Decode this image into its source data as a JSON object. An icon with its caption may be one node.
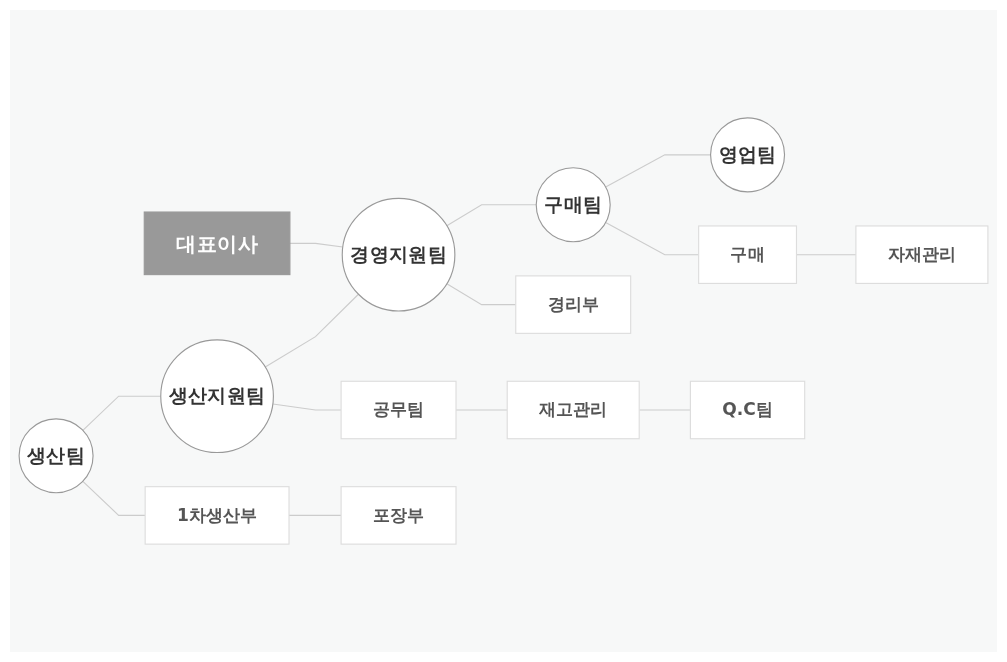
{
  "diagram": {
    "nodes": [
      {
        "text": [
          "대표이사"
        ]
      },
      {
        "text": [
          "생산팀"
        ]
      },
      {
        "text": [
          "생산지원팀"
        ]
      },
      {
        "text": [
          "경영지원팀"
        ]
      },
      {
        "text": [
          "구매팀"
        ]
      },
      {
        "text": [
          "영업팀"
        ]
      },
      {
        "text": [
          "1차생산부"
        ]
      },
      {
        "text": [
          "포장부"
        ]
      },
      {
        "text": [
          "공무팀"
        ]
      },
      {
        "text": [
          "재고관리"
        ]
      },
      {
        "text": [
          "Q.C팀"
        ]
      },
      {
        "text": [
          "경리부"
        ]
      },
      {
        "text": [
          "구매"
        ]
      },
      {
        "text": [
          "자재관리"
        ]
      }
    ],
    "edges": [
      {
        "from": 0,
        "to": 3,
        "arrow": "none"
      },
      {
        "from": 1,
        "to": 2,
        "arrow": "none"
      },
      {
        "from": 2,
        "to": 3,
        "arrow": "none"
      },
      {
        "from": 3,
        "to": 4,
        "arrow": "none"
      },
      {
        "from": 4,
        "to": 5,
        "arrow": "none"
      },
      {
        "from": 1,
        "to": 6,
        "arrow": "none"
      },
      {
        "from": 6,
        "to": 7,
        "arrow": "none"
      },
      {
        "from": 2,
        "to": 8,
        "arrow": "none"
      },
      {
        "from": 8,
        "to": 9,
        "arrow": "none"
      },
      {
        "from": 9,
        "to": 10,
        "arrow": "none"
      },
      {
        "from": 3,
        "to": 11,
        "arrow": "none"
      },
      {
        "from": 4,
        "to": 12,
        "arrow": "none"
      },
      {
        "from": 12,
        "to": 13,
        "arrow": "none"
      }
    ]
  }
}
